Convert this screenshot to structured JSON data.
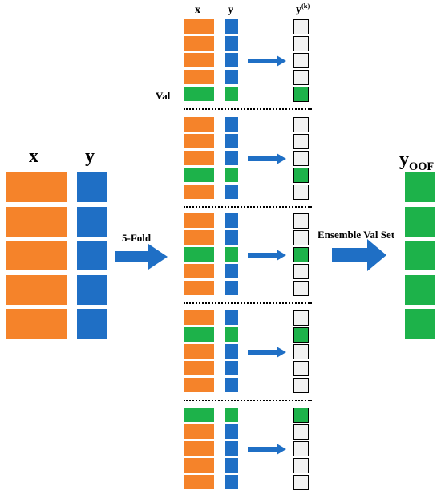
{
  "colors": {
    "x_feature": "#F5832A",
    "y_target": "#1F6FC5",
    "validation": "#1DB24A",
    "prediction_empty": "#F2F2F2",
    "arrow": "#1F6FC5",
    "outline": "#000000"
  },
  "labels": {
    "left_x": "x",
    "left_y": "y",
    "fold_x": "x",
    "fold_y": "y",
    "pred_y": "y",
    "pred_sup": "(k)",
    "val": "Val",
    "split_arrow": "5-Fold",
    "ensemble_arrow": "Ensemble Val Set",
    "oof_y": "y",
    "oof_sub": "OOF"
  },
  "dataset_rows": 5,
  "folds": [
    {
      "fold": 1,
      "validation_row": 5
    },
    {
      "fold": 2,
      "validation_row": 4
    },
    {
      "fold": 3,
      "validation_row": 3
    },
    {
      "fold": 4,
      "validation_row": 2
    },
    {
      "fold": 5,
      "validation_row": 1
    }
  ]
}
